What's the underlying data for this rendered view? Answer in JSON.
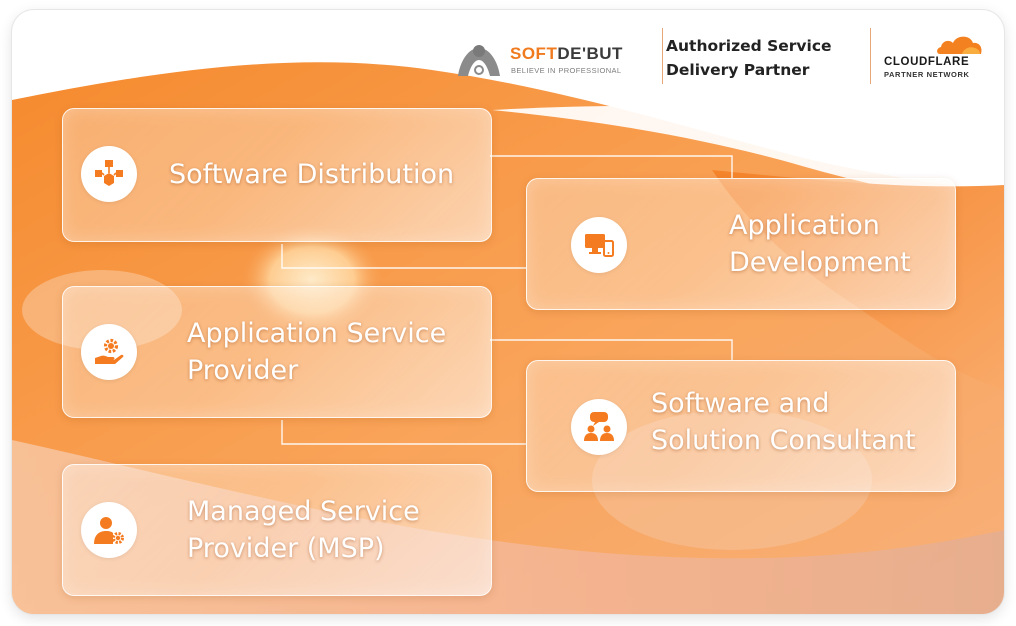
{
  "header": {
    "softdebut": {
      "word_soft": "SOFT",
      "word_debut": "DE'BUT",
      "tagline": "BELIEVE IN PROFESSIONAL",
      "mark_icon": "softdebut-logo-mark"
    },
    "partner_line1": "Authorized Service",
    "partner_line2": "Delivery Partner",
    "cloudflare": {
      "word": "CLOUDFLARE",
      "sub": "PARTNER NETWORK",
      "cloud_icon": "cloudflare-cloud-icon"
    }
  },
  "colors": {
    "brand_orange": "#f07a1e",
    "accent_orange": "#f6883a",
    "light_orange": "#fbb47a",
    "text_dark": "#222222"
  },
  "services": [
    {
      "line1": "Software Distribution",
      "line2": "",
      "icon": "distribution-boxes-icon"
    },
    {
      "line1": "Application",
      "line2": "Development",
      "icon": "devices-monitor-phone-icon"
    },
    {
      "line1": "Application Service",
      "line2": "Provider",
      "icon": "hand-gear-icon"
    },
    {
      "line1": "Software and",
      "line2": "Solution Consultant",
      "icon": "consultants-chat-icon"
    },
    {
      "line1": "Managed Service",
      "line2": "Provider (MSP)",
      "icon": "user-gear-icon"
    }
  ]
}
